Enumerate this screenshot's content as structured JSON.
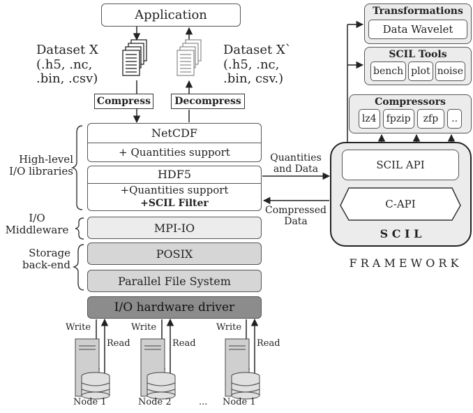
{
  "application": "Application",
  "dataset_x": {
    "title": "Dataset X",
    "line1": "(.h5, .nc,",
    "line2": ".bin, .csv)"
  },
  "dataset_x2": {
    "title": "Dataset X`",
    "line1": "(.h5, .nc,",
    "line2": ".bin, csv.)"
  },
  "compress": "Compress",
  "decompress": "Decompress",
  "netcdf": {
    "title": "NetCDF",
    "sub": "+ Quantities support"
  },
  "hdf5": {
    "title": "HDF5",
    "sub": "+Quantities support",
    "filter": "+SCIL Filter"
  },
  "highlevel": {
    "line1": "High-level",
    "line2": "I/O libraries"
  },
  "io_mw": {
    "line1": "I/O",
    "line2": "Middleware"
  },
  "storage": {
    "line1": "Storage",
    "line2": "back-end"
  },
  "mpiio": "MPI-IO",
  "posix": "POSIX",
  "pfs": "Parallel File System",
  "hwdriver": "I/O hardware driver",
  "quantities": {
    "line1": "Quantities",
    "line2": "and Data"
  },
  "compressed": {
    "line1": "Compressed",
    "line2": "Data"
  },
  "scil_api": "SCIL API",
  "c_api": "C-API",
  "scil": "S C I L",
  "framework": "F R A M E W O R K",
  "transformations": {
    "title": "Transformations",
    "item": "Data Wavelet"
  },
  "scil_tools": {
    "title": "SCIL Tools",
    "items": [
      "bench",
      "plot",
      "noise"
    ]
  },
  "compressors": {
    "title": "Compressors",
    "items": [
      "lz4",
      "fpzip",
      "zfp",
      ".."
    ]
  },
  "nodes": {
    "write": "Write",
    "read": "Read",
    "node1": "Node  1",
    "node2": "Node  2",
    "dots": "...",
    "node3": "Node  1"
  }
}
